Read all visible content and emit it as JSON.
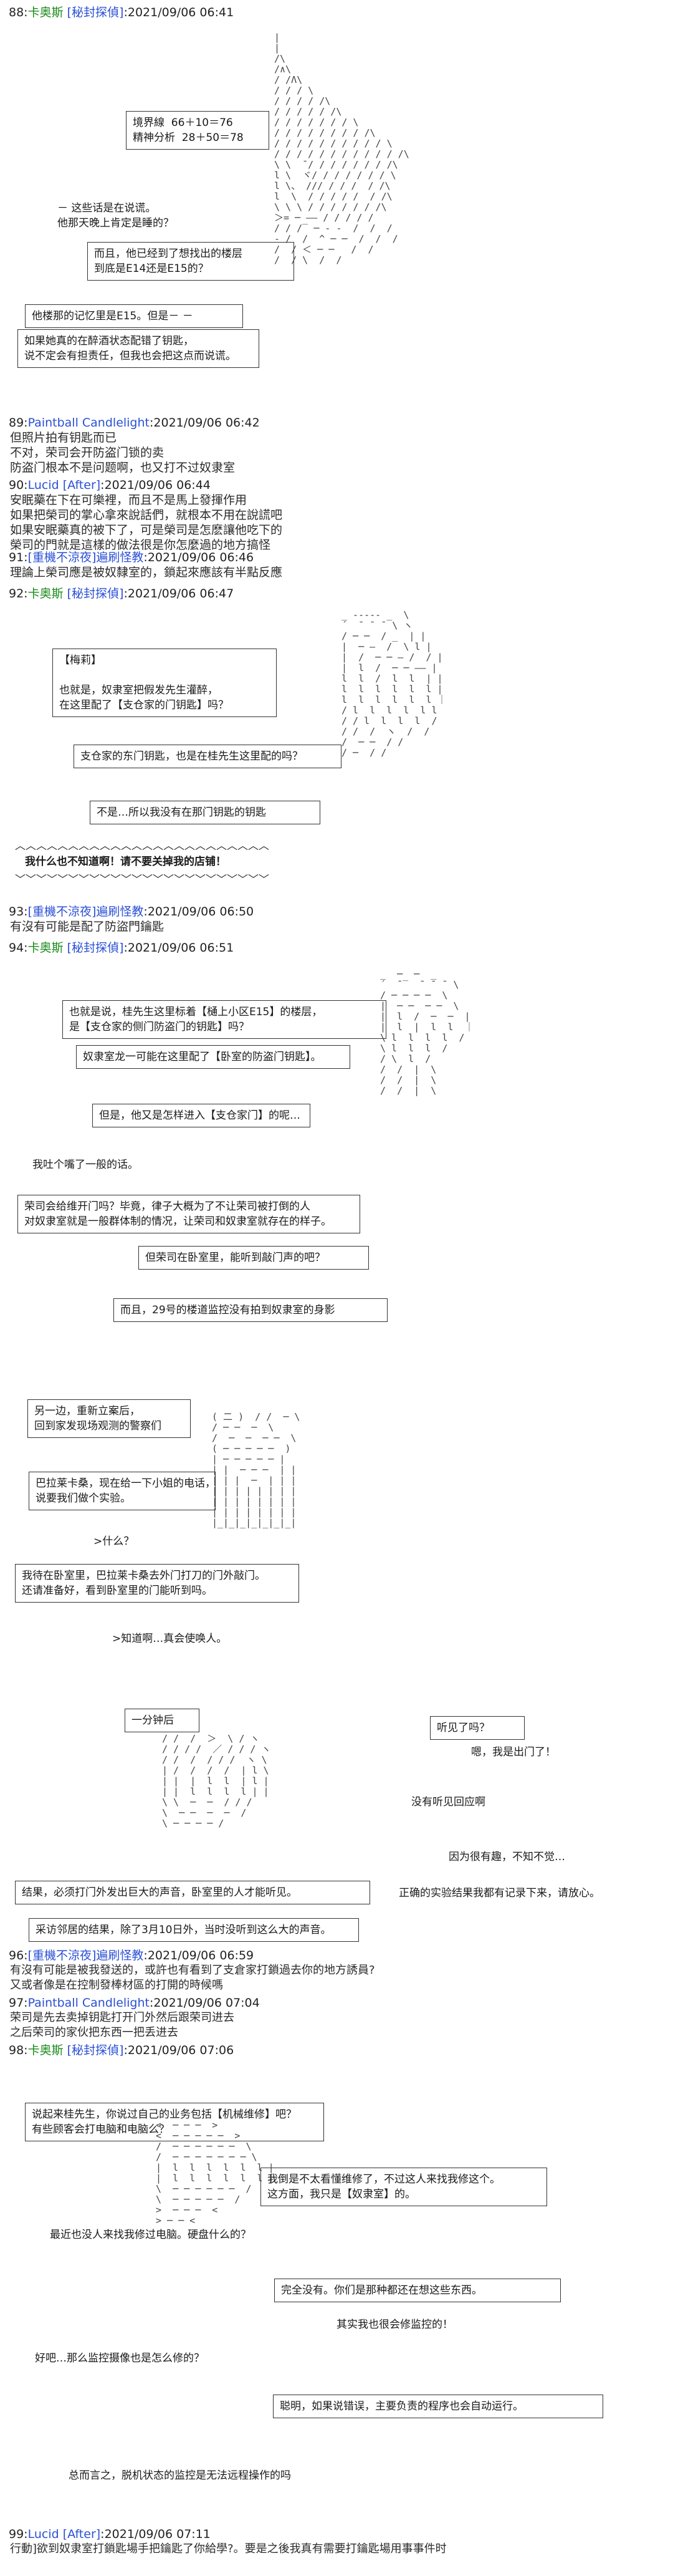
{
  "colors": {
    "name_green": "#1a8a1a",
    "name_blue": "#2a4fd6",
    "text": "#1a1a1a"
  },
  "posts": [
    {
      "num": "88:",
      "name": "卡奥斯",
      "trip": "[秘封探偵]",
      "date": "2021/09/06 06:41"
    },
    {
      "num": "89:",
      "name": "Paintball Candlelight",
      "trip": "",
      "date": "2021/09/06 06:42"
    },
    {
      "num": "90:",
      "name": "Lucid",
      "trip": "[After]",
      "date": "2021/09/06 06:44"
    },
    {
      "num": "91:",
      "name": "[重機不涼夜]遍刷怪教",
      "trip": "",
      "date": "2021/09/06 06:46"
    },
    {
      "num": "92:",
      "name": "卡奥斯",
      "trip": "[秘封探偵]",
      "date": "2021/09/06 06:47"
    },
    {
      "num": "93:",
      "name": "[重機不涼夜]遍刷怪教",
      "trip": "",
      "date": "2021/09/06 06:50"
    },
    {
      "num": "94:",
      "name": "卡奥斯",
      "trip": "[秘封探偵]",
      "date": "2021/09/06 06:51"
    },
    {
      "num": "96:",
      "name": "[重機不涼夜]遍刷怪教",
      "trip": "",
      "date": "2021/09/06 06:59"
    },
    {
      "num": "97:",
      "name": "Paintball Candlelight",
      "trip": "",
      "date": "2021/09/06 07:04"
    },
    {
      "num": "98:",
      "name": "卡奥斯",
      "trip": "[秘封探偵]",
      "date": "2021/09/06 07:06"
    },
    {
      "num": "99:",
      "name": "Lucid",
      "trip": "[After]",
      "date": "2021/09/06 07:11"
    }
  ],
  "messages": {
    "m89": "但照片拍有钥匙而已\n不对，荣司会开防盗门锁的卖\n防盗门根本不是问题啊，也又打不过奴隶室",
    "m90": "安眠藥在下在可樂裡，而且不是馬上發揮作用\n如果把榮司的掌心拿來說話們，就根本不用在說謊吧\n如果安眠藥真的被下了，可是榮司是怎麽讓他吃下的\n榮司的門就是這樣的做法很是你怎麼過的地方搞怪",
    "m91": "理論上榮司應是被奴隸室的，鎖起來應該有半點反應",
    "m93": "有沒有可能是配了防盜門鑰匙",
    "m96": "有沒有可能是被我發送的，或許也有看到了支倉家打鎖過去你的地方誘員?\n又或者像是在控制發棒材區的打開的時候嗎",
    "m97": "荣司是先去卖掉钥匙打开门外然后跟荣司进去\n之后荣司的家伙把东西一把丢进去",
    "m99": "行動]欲到奴隶室打鎖匙場手把鑰匙了你給學?。要是之後我真有需要打鑰匙場用事事件时"
  },
  "boxes": {
    "b1": "境界線  66＋10＝76\n精神分析  28＋50＝78",
    "b2": "－ 这些话是在说谎。\n他那天晚上肯定是睡的？",
    "b3": "而且，他已经到了想找出的楼层\n到底是E14还是E15的？",
    "b4": "他楼那的记忆里是E15。但是－ －",
    "b5": "如果她真的在醉酒状态配错了钥匙，\n说不定会有担责任，但我也会把这点而说谎。",
    "b6": "【梅莉】\n\n也就是，奴隶室把假发先生灌醉，\n在这里配了【支仓家的门钥匙】吗？",
    "b7": "支仓家的东门钥匙，也是在桂先生这里配的吗？",
    "b8": "不是…所以我没有在那门钥匙的钥匙",
    "b9": "我什么也不知道啊！请不要关掉我的店铺！",
    "b10": "也就是说，桂先生这里标着【樋上小区E15】的楼层，\n是【支仓家的侧门防盗门的钥匙】吗？",
    "b11": "奴隶室龙一可能在这里配了【卧室的防盗门钥匙】。",
    "b12": "但是，他又是怎样进入【支仓家门】的呢…",
    "b13": "我吐个嘴了一般的话。",
    "b14": "荣司会给维开门吗？毕竟，律子大概为了不让荣司被打倒的人\n对奴隶室就是一般群体制的情况，让荣司和奴隶室就存在的样子。",
    "b15": "但荣司在卧室里，能听到敲门声的吧？",
    "b16": "而且，29号的楼道监控没有拍到奴隶室的身影",
    "b17": "另一边，重新立案后，\n回到家发现场观测的警察们",
    "b18": "巴拉莱卡桑，现在给一下小姐的电话，\n说要我们做个实验。",
    "b19": ">什么？",
    "b20": "我待在卧室里，巴拉莱卡桑去外门打刀的门外敲门。\n还请准备好，看到卧室里的门能听到吗。",
    "b21": ">知道啊…真会使唤人。",
    "b22": "一分钟后",
    "b23": "听见了吗？",
    "b24": "嗯，我是出门了！",
    "b25": "没有听见回应啊",
    "b26": "因为很有趣，不知不觉…",
    "b27": "结果，必须打门外发出巨大的声音，卧室里的人才能听见。",
    "b28": "正确的实验结果我都有记录下来，请放心。",
    "b29": "采访邻居的结果，除了3月10日外，当时没听到这么大的声音。",
    "b30": "说起来桂先生，你说过自己的业务包括【机械维修】吧？\n有些顾客会打电脑和电脑么？",
    "b31": "我倒是不太看懂维修了，不过这人来找我修这个。\n这方面，我只是【奴隶室】的。",
    "b32": "最近也没人来找我修过电脑。硬盘什么的？",
    "b33": "完全没有。你们是那种都还在想这些东西。",
    "b34": "其实我也很会修监控的！",
    "b35": "好吧…那么监控摄像也是怎么修的？",
    "b36": "聪明，如果说错误，主要负责的程序也会自动运行。",
    "b37": "总而言之，脱机状态的监控是无法远程操作的吗"
  },
  "aa": {
    "aa1": "|\n|\n/\\\n/∧\\\n/ /Λ\\\n/ / / \\\n/ / / / /\\\n/ / / / / /\\\n/ / / / / / / \\\n/ / / / / / / / /\\\n/ / / / / / / / / / \\\n/ / / / / / / / / / / /\\\n\\ \\  ̄ / / / / / / / /\\\nl \\  ヾ/ / / / / / / \\\nl \\、 /// / / /  / /\\\nl  \\  / / / / /  / /\\\n\\ \\ \\ / / / / / / /\\\n＞= ─ ―― / / / / /\n/ / /‾ ─ - -  /  /  /\n‐ /  /  ^ ─ ─  /  /  /\n/  / ＜ ─ ─   /  /\n/  / \\  /  /",
    "aa2": "_ ----- _  \\\n´  ̄  ̄  ̄  \\ ヽ\n/ ─ ─  / _  | |\n|  ─ ―  /  \\ l |\n|  /  ─ ─ ― /  / |\n|  l  /  ─ ─ ―― |\nl  l  /  l  l  | |\nl  l  l  l  l  l |\nl  l  l  l  l  l ｜\n/ l  l  l  l  l l\n/ / l  l  l  l  /\n/ /  /  ヽ  /  /\n/  ─ ─  / /\n/ ─  / /",
    "aa3": "_  ─  ─  _\n´  ̄ ‾  ̄  ̄  ̄  \\\n/ ─ ─ ─ ─  \\\n|  ─ ─  ─ ─  \\\n|  l  /  ─  ─  |\n|  l  |  l  l  ｜\n\\ l  l  l  l  /\n\\ l  l  l  /\n/ \\  l  /\n/  /  |  \\\n/  /  |  \\\n/  /  |  \\",
    "aa4": "( 二 )  / /  ─ \\\n/ ─ ─  ─  \\\n/  ─  ─  ─ ─  \\\n( ─ ─ ─ ─ ─  )\n| ─ ─ ─ ─ ─ |\n| |  ─ ─ ─  | |\n| | |  ─  | | |\n| | | | | | | |\n| | | | | | | |\n| | | | | | | |\n|_|_|_|_|_|_|_|",
    "aa5": "/ /  /  ＞  \\ / ヽ\n/ / / /  ／ / / / ヽ\n/ /  /  / / /  ヽ \\\n| /  /  /  /  | l \\\n| |  |  l  l  | l |\n| |  l  l  l  l | |\n\\ \\  ─  ─  / / /\n\\  ─ ─  ─  ─  /\n\\ ─ ─ ─ ─ /",
    "aa6": "<  ─ ─ ─  >\n<  ─ ─ ─ ─ ─  >\n/  ─ ─ ─ ─ ─ ─  \\\n/  ─ ─ ─ ─ ─ ─ ─ \\\n|  l  l  l  l  l  l |\n|  l  l  l  l  l  l |\n\\  ─ ─ ─ ─ ─ ─  /\n\\  ─ ─ ─ ─ ─  /\n>  ─ ─ ─  <\n> ─ ─ <"
  }
}
